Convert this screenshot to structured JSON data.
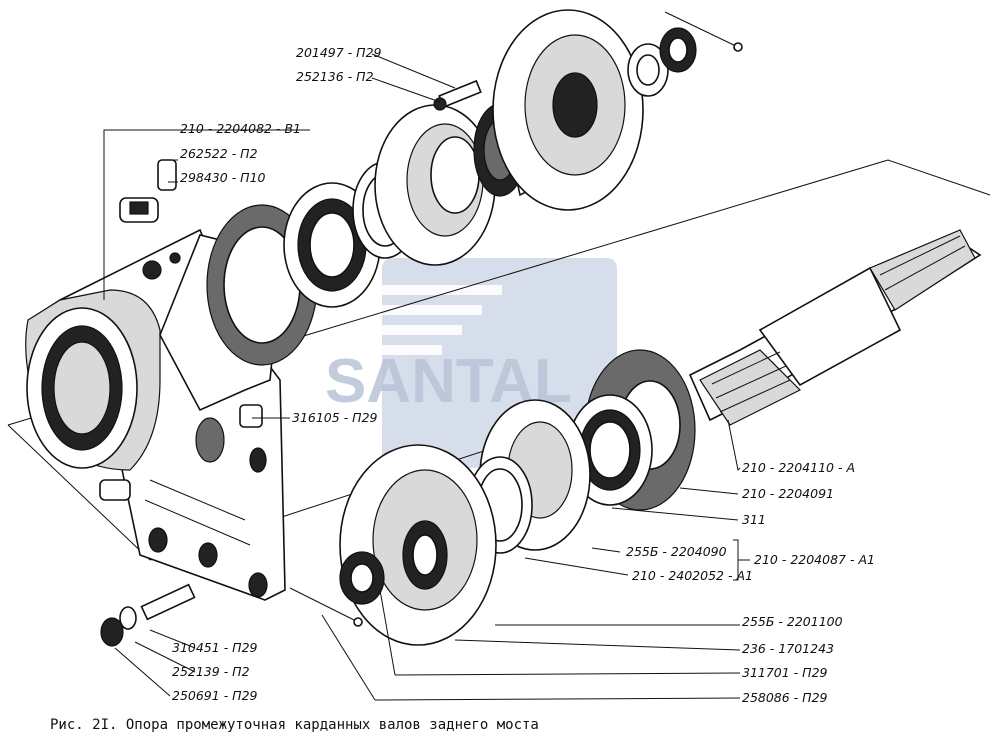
{
  "caption": "Рис. 2I. Опора промежуточная карданных валов заднего моста",
  "watermark": {
    "text": "SANTAL",
    "color": "#b8c4d8"
  },
  "labels": {
    "l201497": "201497 - П29",
    "l252136": "252136 - П2",
    "l210_2204082": "210 - 2204082 - В1",
    "l262522": "262522 - П2",
    "l298430": "298430 - П10",
    "l316105": "316105 - П29",
    "l210_2204110": "210 - 2204110 - А",
    "l210_2204091": "210 - 2204091",
    "l311": "311",
    "l255b_2204090": "255Б - 2204090",
    "l210_2204087": "210 - 2204087 - А1",
    "l210_2402052": "210 - 2402052 - А1",
    "l255b_2201100": "255Б - 2201100",
    "l236_1701243": "236 - 1701243",
    "l311701": "311701 - П29",
    "l258086": "258086 - П29",
    "l310451": "310451 - П29",
    "l252139": "252139 - П2",
    "l250691": "250691 - П29"
  }
}
